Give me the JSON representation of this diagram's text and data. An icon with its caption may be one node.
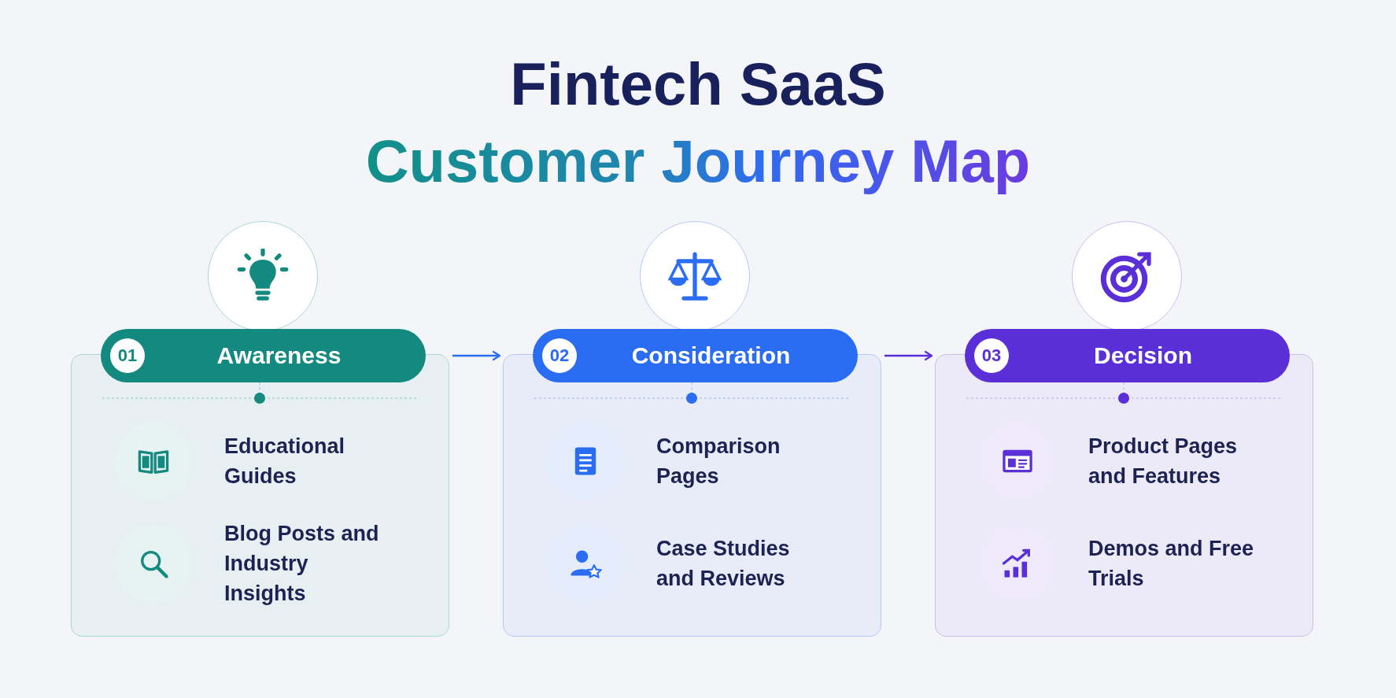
{
  "diagram": {
    "title": "Fintech SaaS Customer Journey Map",
    "nodes": [
      {
        "text": [
          "01",
          "Awareness"
        ]
      },
      {
        "text": [
          "Educational Guides"
        ],
        "in": 0
      },
      {
        "text": [
          "Blog Posts and Industry Insights"
        ],
        "in": 0
      },
      {
        "text": [
          "02",
          "Consideration"
        ]
      },
      {
        "text": [
          "Comparison Pages"
        ],
        "in": 3
      },
      {
        "text": [
          "Case Studies and Reviews"
        ],
        "in": 3
      },
      {
        "text": [
          "03",
          "Decision"
        ]
      },
      {
        "text": [
          "Product Pages and Features"
        ],
        "in": 6
      },
      {
        "text": [
          "Demos and Free Trials"
        ],
        "in": 6
      }
    ],
    "edges": [
      {
        "from": 0,
        "to": 3,
        "arrow": "to"
      },
      {
        "from": 3,
        "to": 6,
        "arrow": "to"
      }
    ]
  }
}
